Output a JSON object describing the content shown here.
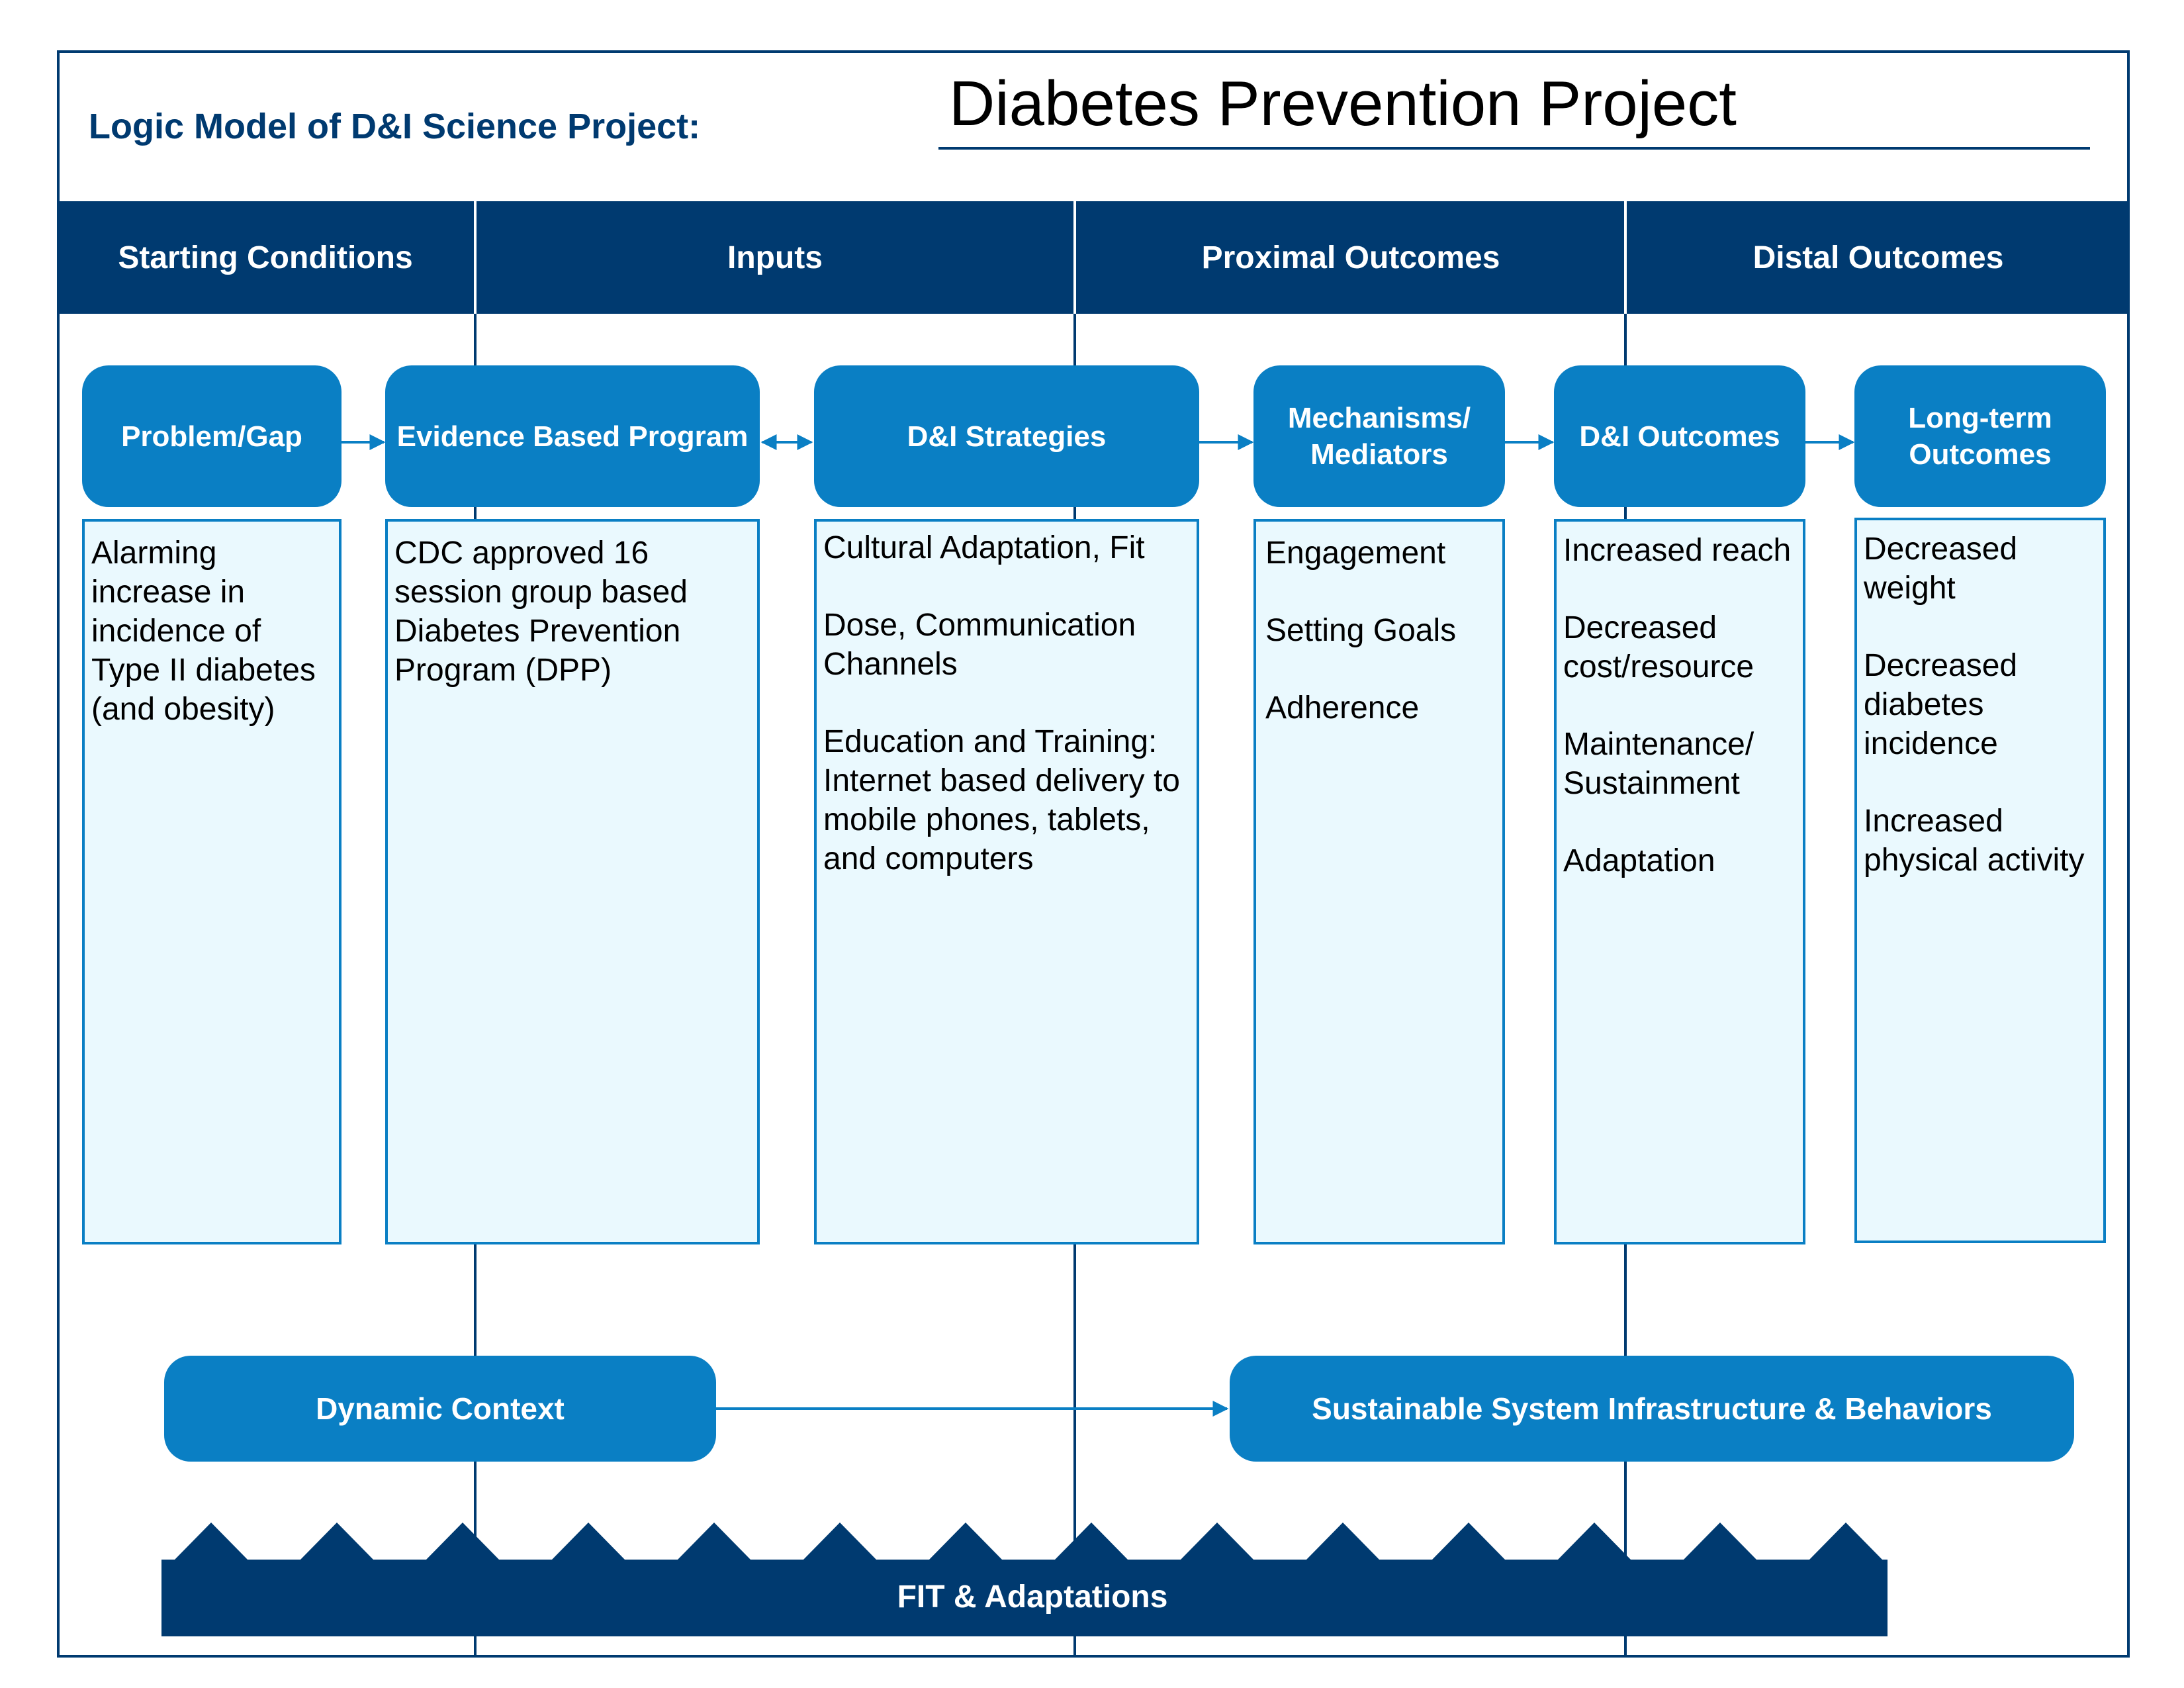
{
  "header": {
    "subtitle": "Logic Model of D&I Science Project:",
    "title": "Diabetes Prevention Project"
  },
  "columns": [
    {
      "label": "Starting Conditions"
    },
    {
      "label": "Inputs"
    },
    {
      "label": "Proximal Outcomes"
    },
    {
      "label": "Distal Outcomes"
    }
  ],
  "boxes": [
    {
      "heading": "Problem/Gap",
      "items": [
        "Alarming increase in incidence of Type II diabetes (and obesity)"
      ]
    },
    {
      "heading": "Evidence Based Program",
      "items": [
        "CDC approved 16 session group based Diabetes Prevention Program (DPP)"
      ]
    },
    {
      "heading": "D&I Strategies",
      "items": [
        "Cultural Adaptation, Fit",
        "Dose, Communication Channels",
        "Education and Training: Internet based delivery to mobile phones, tablets, and computers"
      ]
    },
    {
      "heading": "Mechanisms/ Mediators",
      "items": [
        "Engagement",
        "Setting Goals",
        "Adherence"
      ]
    },
    {
      "heading": "D&I Outcomes",
      "items": [
        "Increased reach",
        "Decreased cost/resource",
        "Maintenance/ Sustainment",
        "Adaptation"
      ]
    },
    {
      "heading": "Long-term Outcomes",
      "items": [
        "Decreased weight",
        "Decreased diabetes incidence",
        "Increased physical activity"
      ]
    }
  ],
  "bottom": {
    "dynamic_context": "Dynamic Context",
    "sustainable": "Sustainable System Infrastructure & Behaviors",
    "fit": "FIT & Adaptations"
  },
  "colors": {
    "navy": "#003a70",
    "pill_blue": "#0a7fc4",
    "box_fill": "#eaf9fe"
  }
}
